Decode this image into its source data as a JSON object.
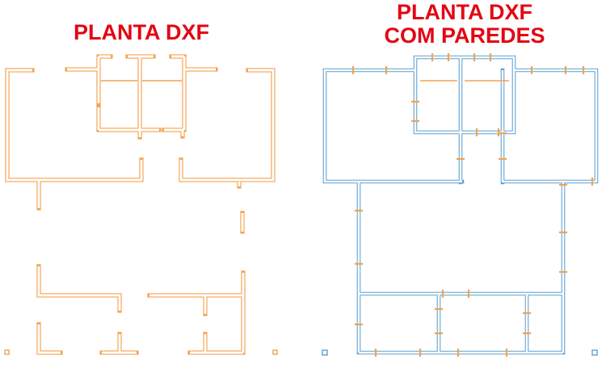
{
  "left_panel": {
    "title": "PLANTA DXF"
  },
  "right_panel": {
    "title_line1": "PLANTA DXF",
    "title_line2": "COM PAREDES"
  },
  "colors": {
    "title_red": "#e30613",
    "dxf_orange": "#f2a350",
    "wall_blue": "#5e9fd0",
    "background": "#ffffff"
  }
}
